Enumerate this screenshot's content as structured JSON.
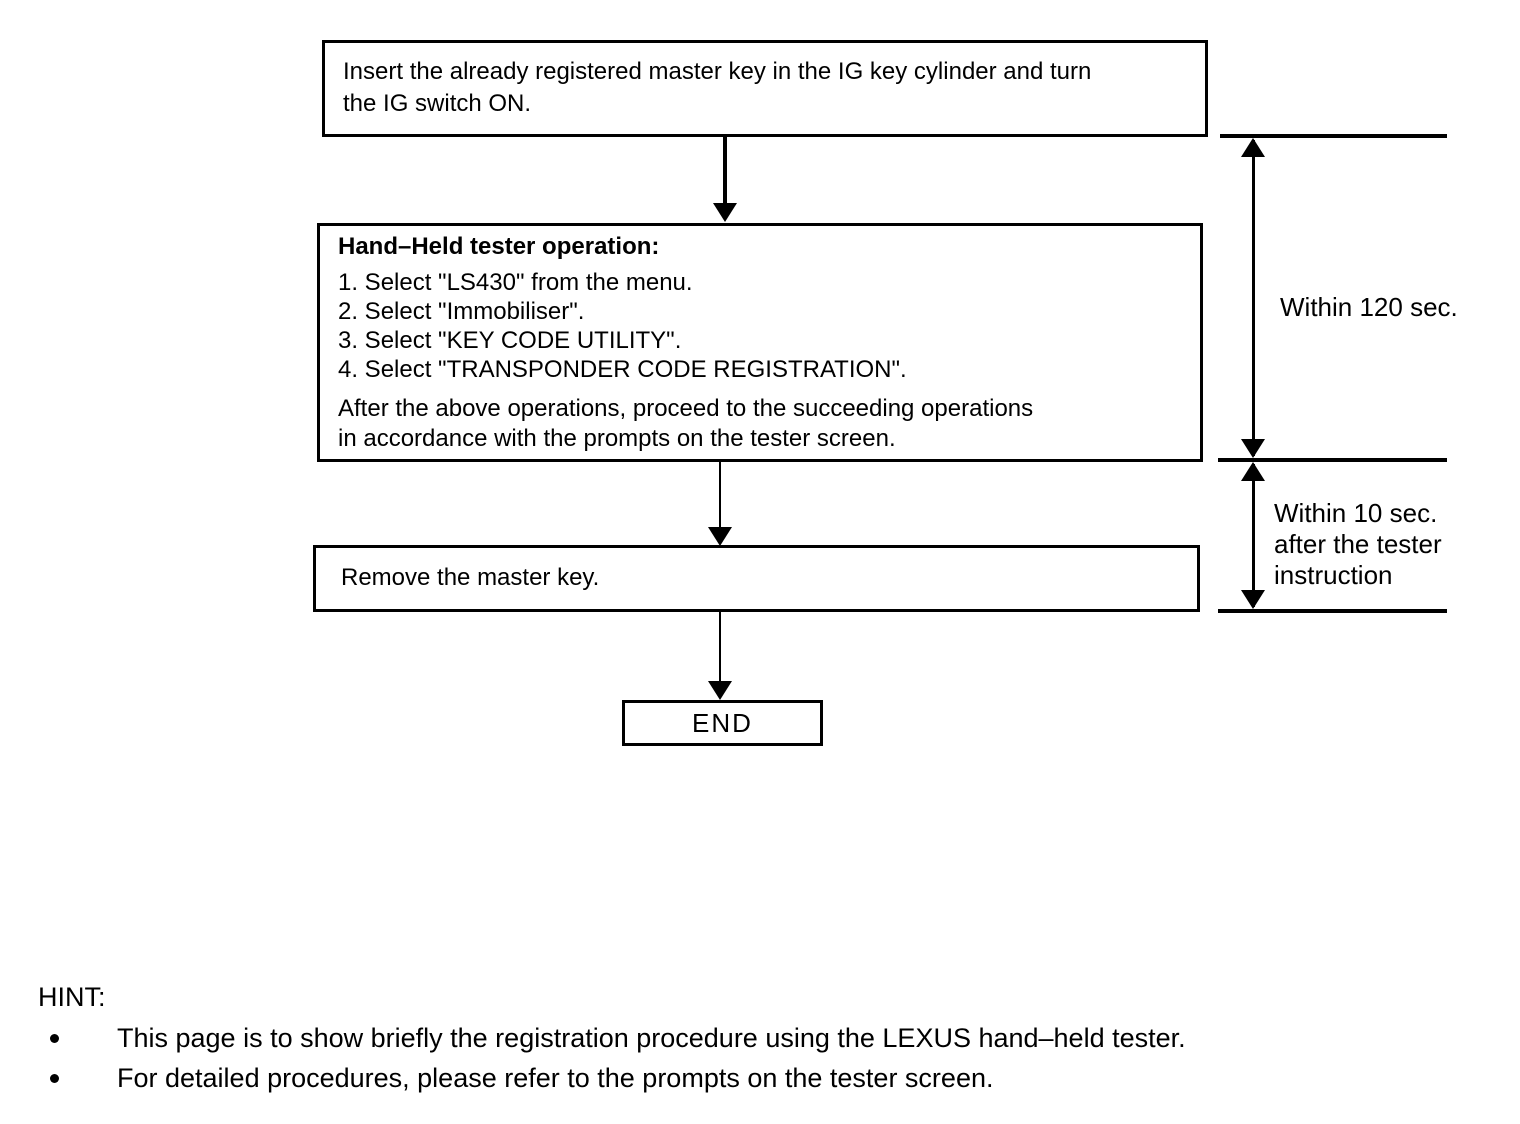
{
  "flowchart": {
    "box1": {
      "lines": [
        "Insert the already registered master key in the IG key cylinder and turn",
        "the IG switch ON."
      ]
    },
    "box2": {
      "heading": "Hand–Held tester operation:",
      "steps": [
        "1. Select \"LS430\" from the menu.",
        "2. Select \"Immobiliser\".",
        "3. Select \"KEY CODE UTILITY\".",
        "4. Select \"TRANSPONDER CODE REGISTRATION\"."
      ],
      "note_lines": [
        "After the above operations, proceed to the succeeding operations",
        "in accordance with the prompts on the tester screen."
      ]
    },
    "box3": {
      "text": "Remove the master key."
    },
    "end_box": {
      "label": "END"
    }
  },
  "timing": {
    "within_120": {
      "label": "Within 120 sec."
    },
    "within_10": {
      "lines": [
        "Within 10 sec.",
        "after the tester",
        "instruction"
      ]
    }
  },
  "hint": {
    "title": "HINT:",
    "bullets": [
      "This page is to show briefly the registration procedure using the LEXUS hand–held tester.",
      "For detailed procedures, please refer to the prompts on the tester screen."
    ]
  },
  "colors": {
    "ink": "#000000",
    "background": "#ffffff"
  }
}
